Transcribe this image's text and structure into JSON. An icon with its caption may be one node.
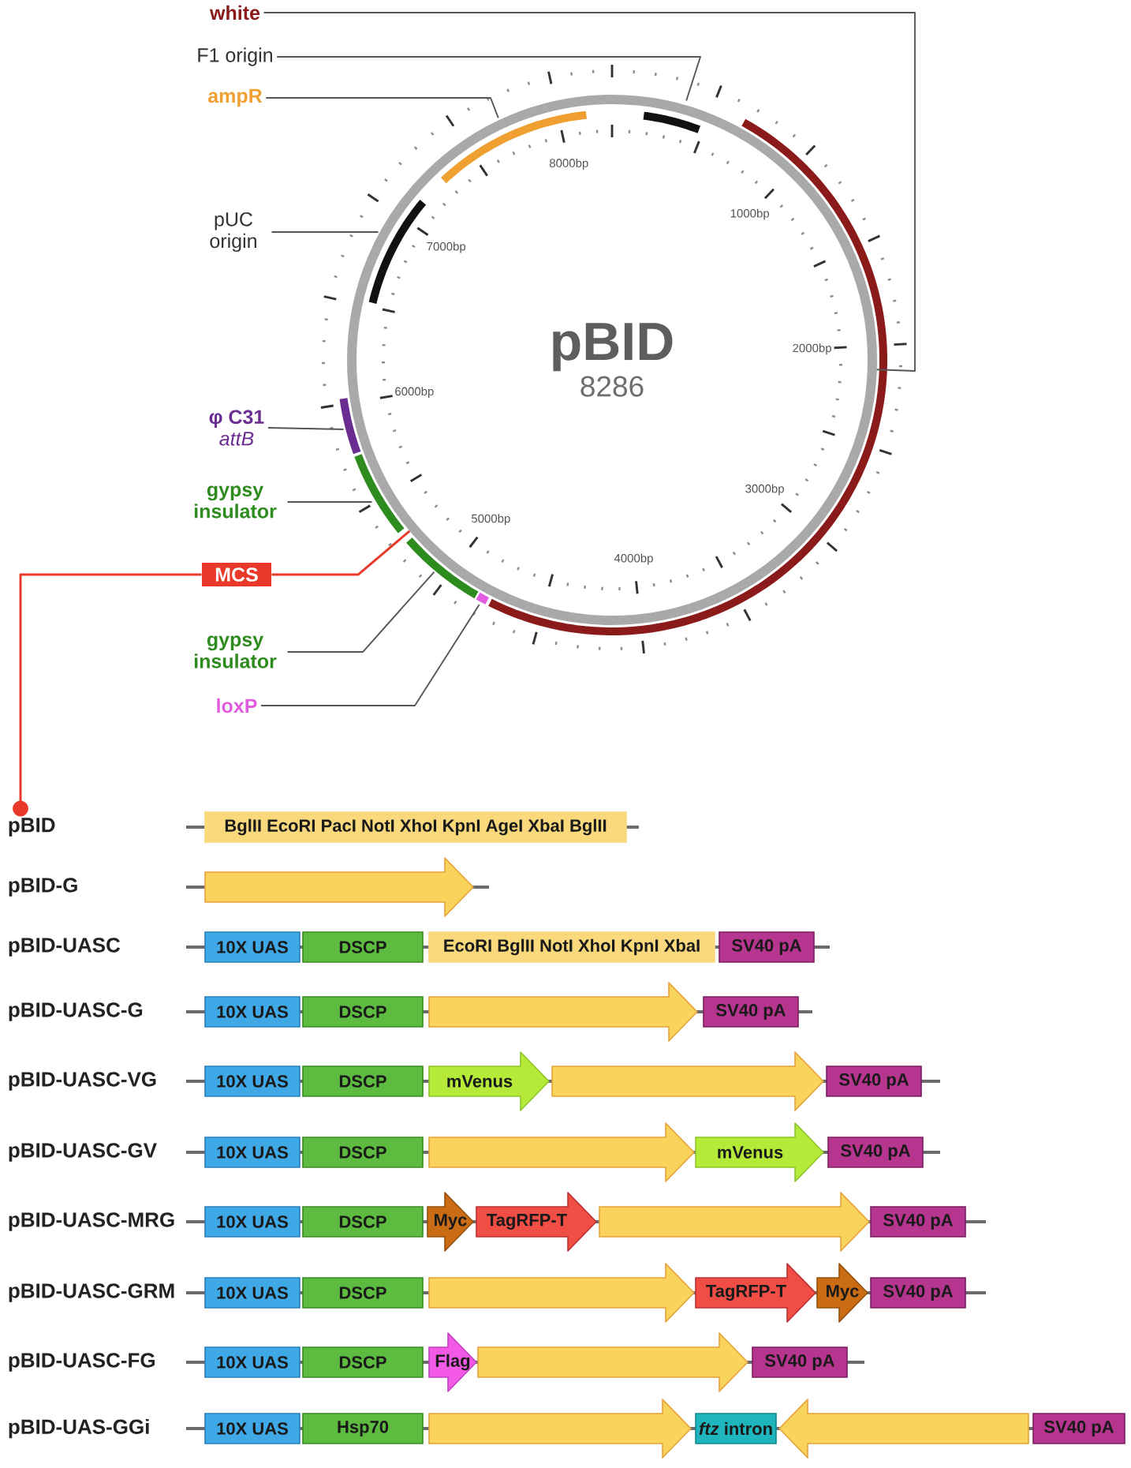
{
  "diagram": {
    "nodes": [
      {
        "text": [
          "white"
        ]
      },
      {
        "text": [
          "F1 origin"
        ]
      },
      {
        "text": [
          "ampR"
        ]
      },
      {
        "text": [
          "pUC origin"
        ]
      },
      {
        "text": [],
        "shape": "circle"
      },
      {
        "text": [
          "pBID",
          "8286"
        ],
        "in": 4
      },
      {
        "text": [
          "φ C31",
          "attB"
        ]
      },
      {
        "text": [
          "gypsy insulator"
        ]
      },
      {
        "text": [
          "MCS"
        ]
      },
      {
        "text": [
          "gypsy insulator"
        ]
      },
      {
        "text": [
          "loxP"
        ]
      },
      {
        "text": [],
        "shape": "arc",
        "in": 4
      },
      {
        "text": [],
        "shape": "arc",
        "in": 4
      },
      {
        "text": [],
        "shape": "arc",
        "in": 4
      },
      {
        "text": [],
        "shape": "arc"
      },
      {
        "text": [],
        "shape": "arc"
      },
      {
        "text": [],
        "shape": "arc"
      },
      {
        "text": [],
        "shape": "arc"
      },
      {
        "text": [
          "pBID"
        ]
      },
      {
        "text": [
          "BglII EcoRI PacI NotI XhoI KpnI AgeI XbaI BglII"
        ]
      },
      {
        "text": [],
        "shape": "arrow"
      },
      {
        "text": [
          "10X UAS"
        ]
      },
      {
        "text": [
          "DSCP"
        ]
      },
      {
        "text": [
          "EcoRI BglII NotI XhoI KpnI XbaI"
        ]
      },
      {
        "text": [
          "SV40 pA"
        ]
      },
      {
        "text": [
          "10X UAS"
        ]
      },
      {
        "text": [
          "DSCP"
        ]
      },
      {
        "text": [],
        "shape": "arrow"
      },
      {
        "text": [
          "SV40 pA"
        ]
      },
      {
        "text": [
          "10X UAS"
        ]
      },
      {
        "text": [
          "DSCP"
        ]
      },
      {
        "text": [
          "mVenus"
        ]
      },
      {
        "text": [],
        "shape": "arrow"
      },
      {
        "text": [
          "SV40 pA"
        ]
      },
      {
        "text": [
          "10X UAS"
        ]
      },
      {
        "text": [
          "DSCP"
        ]
      },
      {
        "text": [],
        "shape": "arrow"
      },
      {
        "text": [
          "mVenus"
        ]
      },
      {
        "text": [
          "SV40 pA"
        ]
      },
      {
        "text": [
          "10X UAS"
        ]
      },
      {
        "text": [
          "DSCP"
        ]
      },
      {
        "text": [
          "Myc"
        ]
      },
      {
        "text": [
          "TagRFP-T"
        ]
      },
      {
        "text": [],
        "shape": "arrow"
      },
      {
        "text": [
          "SV40 pA"
        ]
      },
      {
        "text": [
          "10X UAS"
        ]
      },
      {
        "text": [
          "DSCP"
        ]
      },
      {
        "text": [],
        "shape": "arrow"
      },
      {
        "text": [
          "TagRFP-T"
        ]
      },
      {
        "text": [
          "Myc"
        ]
      },
      {
        "text": [
          "SV40 pA"
        ]
      },
      {
        "text": [
          "10X UAS"
        ]
      },
      {
        "text": [
          "DSCP"
        ]
      },
      {
        "text": [
          "Flag"
        ]
      },
      {
        "text": [],
        "shape": "arrow"
      },
      {
        "text": [
          "SV40 pA"
        ]
      },
      {
        "text": [
          "10X UAS"
        ]
      },
      {
        "text": [
          "Hsp70"
        ]
      },
      {
        "text": [],
        "shape": "arrow"
      },
      {
        "text": [
          "*ftz* intron"
        ]
      },
      {
        "text": [],
        "shape": "arrow"
      },
      {
        "text": [
          "SV40 pA"
        ]
      }
    ],
    "edges": [
      {
        "from": 0,
        "to": 4,
        "arrow": "none"
      },
      {
        "from": 1,
        "to": 11,
        "arrow": "none"
      },
      {
        "from": 2,
        "to": 12,
        "arrow": "none"
      },
      {
        "from": 3,
        "to": 13,
        "arrow": "none"
      },
      {
        "from": 6,
        "to": 14,
        "arrow": "none"
      },
      {
        "from": 7,
        "to": 15,
        "arrow": "none"
      },
      {
        "from": 8,
        "to": 4,
        "arrow": "none",
        "color": "#e8392a"
      },
      {
        "from": 9,
        "to": 16,
        "arrow": "none"
      },
      {
        "from": 10,
        "to": 17,
        "arrow": "none"
      },
      {
        "from": 8,
        "to": 18,
        "arrow": "other",
        "color": "#e8392a"
      }
    ],
    "labels": [
      "8000bp",
      "1000bp",
      "7000bp",
      "2000bp",
      "6000bp",
      "3000bp",
      "5000bp",
      "4000bp",
      "pBID-G",
      "pBID-UASC",
      "pBID-UASC-G",
      "pBID-UASC-VG",
      "pBID-UASC-GV",
      "pBID-UASC-MRG",
      "pBID-UASC-GRM",
      "pBID-UASC-FG",
      "pBID-UAS-GGi"
    ]
  }
}
